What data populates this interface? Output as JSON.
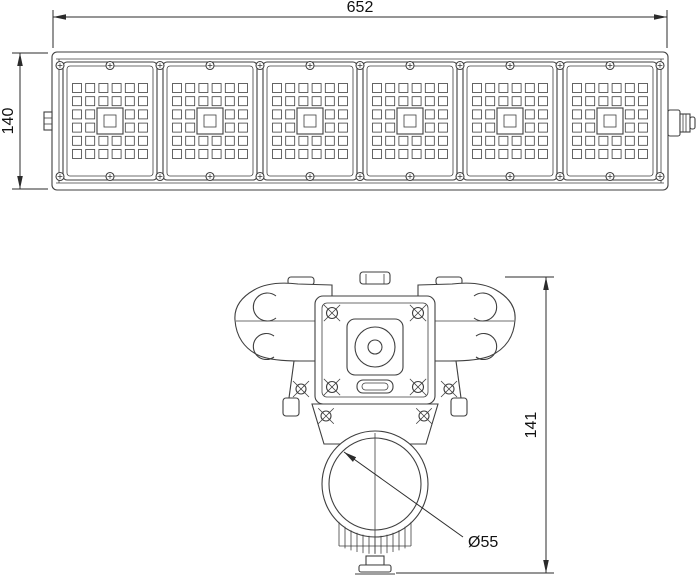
{
  "page": {
    "background": "#ffffff",
    "line_color": "#3f3f3f",
    "text_color": "#111111"
  },
  "drawing": {
    "front_view": {
      "width_label": "652",
      "height_label": "140",
      "modules_count": 6
    },
    "section_view": {
      "height_label": "141",
      "diameter_label": "Ø55"
    }
  }
}
